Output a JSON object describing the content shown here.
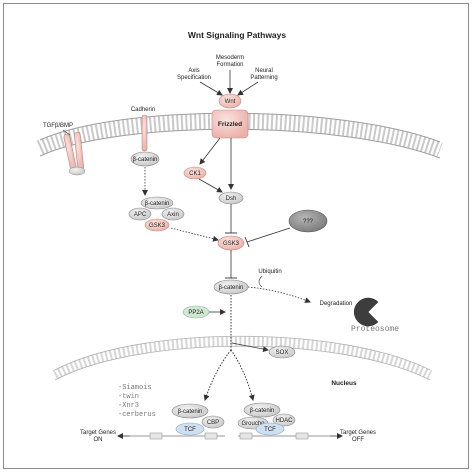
{
  "title": "Wnt Signaling Pathways",
  "inputs": {
    "axis_spec_1": "Axis",
    "axis_spec_2": "Specification",
    "mesoderm_1": "Mesoderm",
    "mesoderm_2": "Formation",
    "neural_1": "Neural",
    "neural_2": "Patterning"
  },
  "membrane": {
    "wnt": "Wnt",
    "frizzled": "Frizzled",
    "cadherin": "Cadherin",
    "tgf_bmp": "TGFβ/BMP",
    "beta_catenin_membrane": "β-catenin"
  },
  "cytoplasm": {
    "ck1": "CK1",
    "dsh": "Dsh",
    "complex_beta_catenin": "β-catenin",
    "apc": "APC",
    "axin": "Axin",
    "gsk3_complex": "GSK3",
    "gsk3": "GSK3",
    "inhibitor": "???",
    "beta_catenin_free": "β-catenin",
    "ubiquitin": "Ubiquitin",
    "degradation": "Degradation",
    "proteosome": "Proteosome",
    "pp2a": "PP2A",
    "sox": "SOX"
  },
  "nucleus": {
    "label": "Nucleus",
    "targets": [
      "-Siamois",
      "-twin",
      "-Xnr3",
      "-cerberus"
    ],
    "left_beta_catenin": "β-catenin",
    "cbp": "CBP",
    "tcf_left": "TCF",
    "right_beta_catenin": "β-catenin",
    "hdac": "HDAC",
    "groucho": "Groucho",
    "tcf_right": "TCF",
    "target_on_1": "Target Genes",
    "target_on_2": "ON",
    "target_off_1": "Target Genes",
    "target_off_2": "OFF"
  },
  "colors": {
    "pink": "#f2c7c2",
    "gray_node": "#d9d9d9",
    "dark_gray": "#8f8f8f",
    "green": "#cfe8d2",
    "light_blue": "#cfe0f0"
  }
}
